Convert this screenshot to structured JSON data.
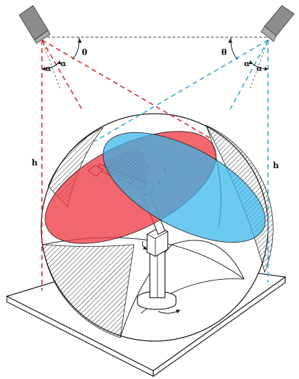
{
  "labels": {
    "theta_left": "θ",
    "theta_right": "θ",
    "alpha_left_outer": "α",
    "alpha_left_inner": "α",
    "alpha_right_inner": "α",
    "alpha_right_outer": "α",
    "h_left": "h",
    "h_right": "h"
  },
  "colors": {
    "left_camera": "#e0242a",
    "right_camera": "#2fa8d8",
    "left_fov_fill": "#ee3b45",
    "right_fov_fill": "#33b6ea",
    "camera_body": "#8c8c8c",
    "outline": "#1a1a1a"
  }
}
